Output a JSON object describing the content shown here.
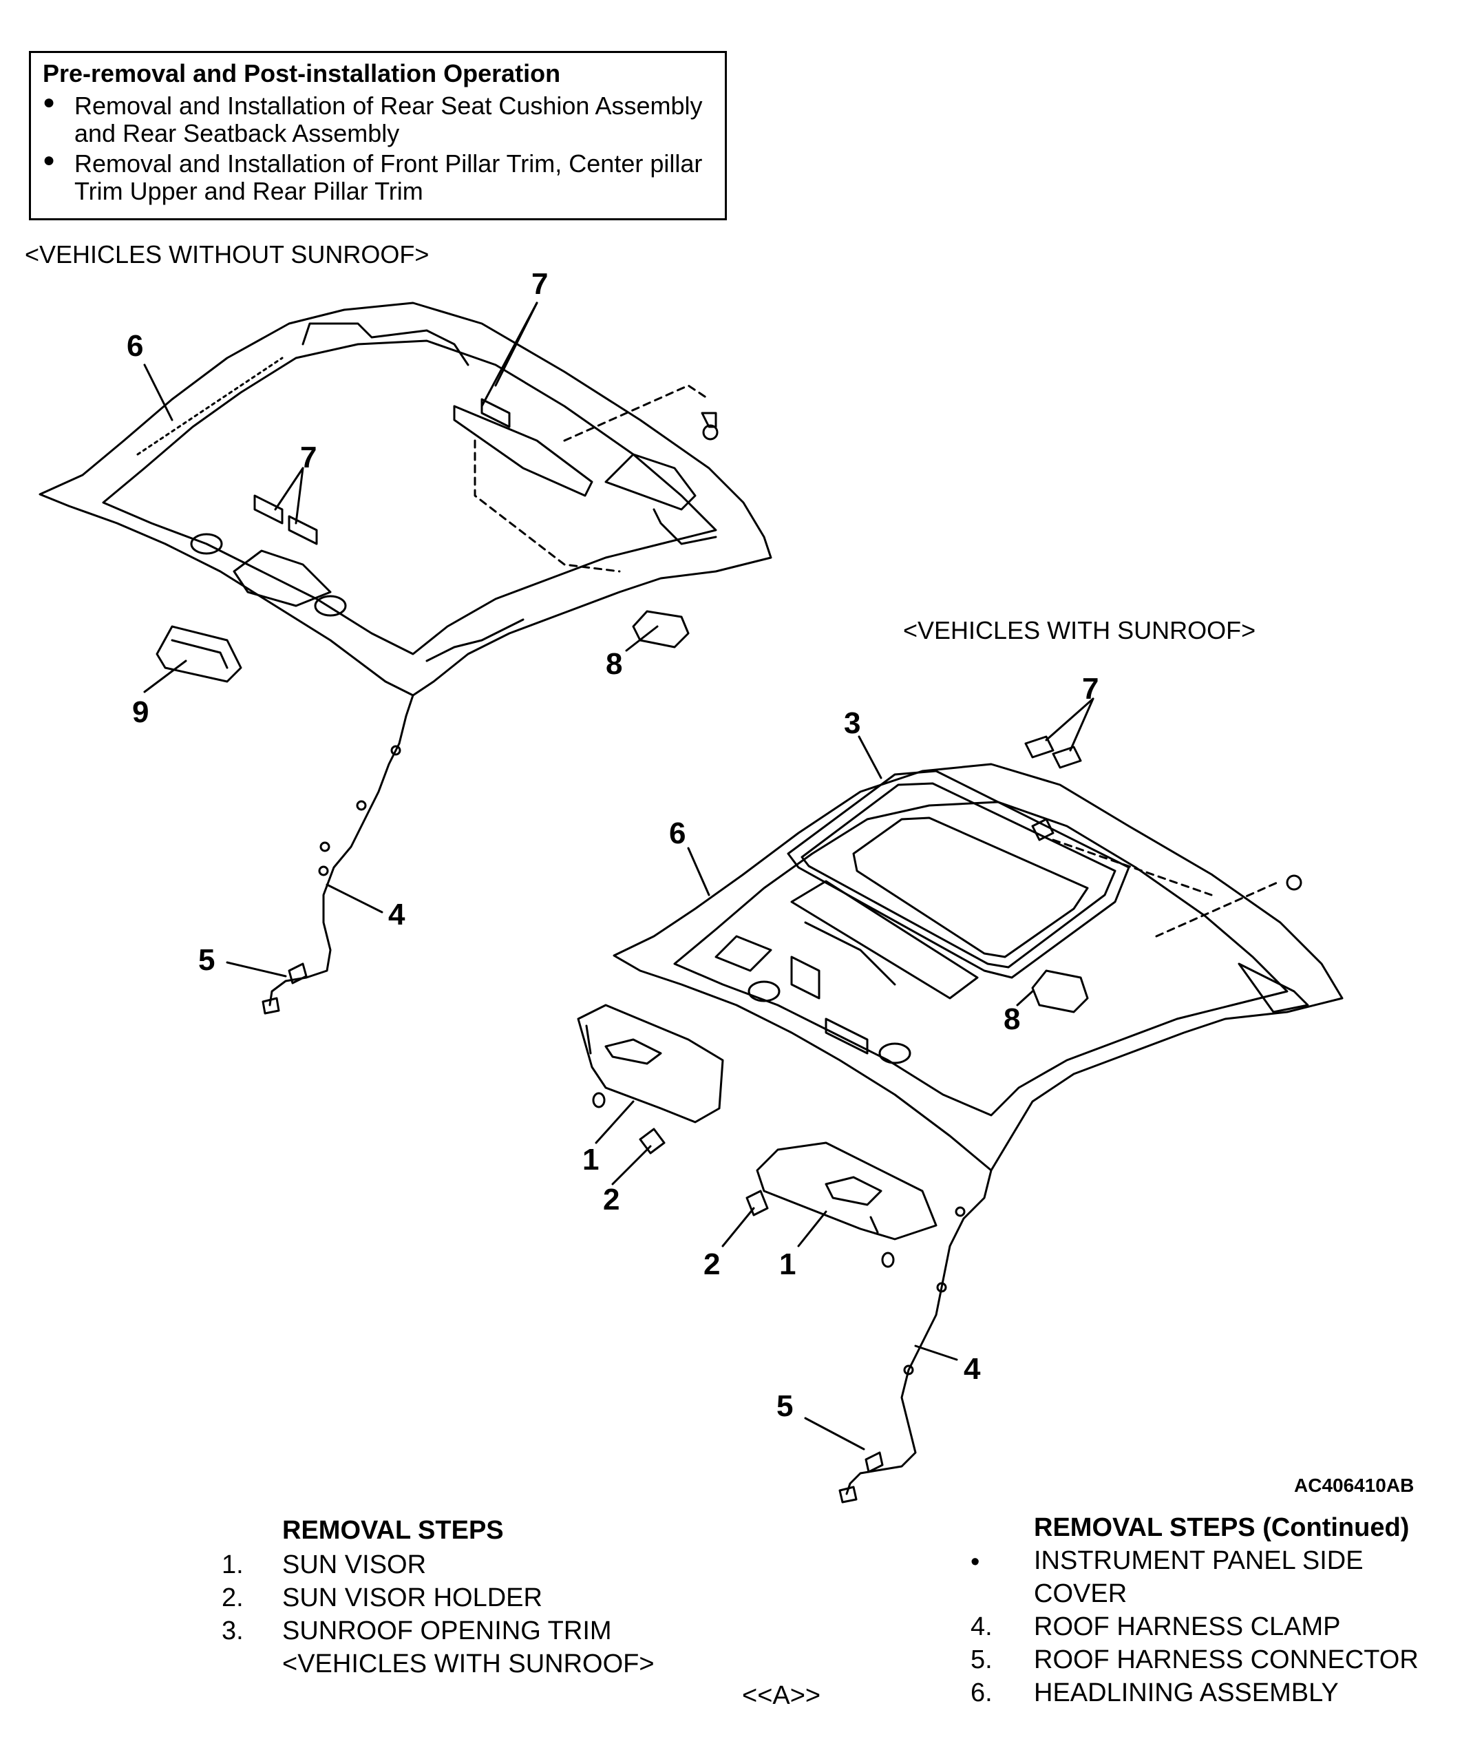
{
  "pre_operation": {
    "title": "Pre-removal and Post-installation Operation",
    "items": [
      {
        "line1": "Removal and Installation of Rear Seat Cushion Assembly",
        "line2": "and Rear Seatback Assembly"
      },
      {
        "line1": "Removal and Installation of Front Pillar Trim, Center pillar",
        "line2": "Trim Upper and Rear Pillar Trim"
      }
    ]
  },
  "views": {
    "without_sunroof": "<VEHICLES WITHOUT SUNROOF>",
    "with_sunroof": "<VEHICLES WITH SUNROOF>"
  },
  "callouts_without_sunroof": {
    "c6": "6",
    "c7_top": "7",
    "c7_mid": "7",
    "c8": "8",
    "c9": "9",
    "c4": "4",
    "c5": "5"
  },
  "callouts_with_sunroof": {
    "c7": "7",
    "c3": "3",
    "c6": "6",
    "c8": "8",
    "c1_left": "1",
    "c2_left": "2",
    "c2_right": "2",
    "c1_right": "1",
    "c4": "4",
    "c5": "5"
  },
  "figure_id": "AC406410AB",
  "removal_steps": {
    "title": "REMOVAL STEPS",
    "steps": [
      {
        "num": "1.",
        "text": "SUN VISOR"
      },
      {
        "num": "2.",
        "text": "SUN VISOR HOLDER"
      },
      {
        "num": "3.",
        "text": "SUNROOF OPENING TRIM",
        "note": "<VEHICLES WITH SUNROOF>"
      }
    ]
  },
  "removal_steps_cont": {
    "title": "REMOVAL STEPS (Continued)",
    "steps": [
      {
        "num": "•",
        "text": "INSTRUMENT PANEL SIDE",
        "text2": "COVER"
      },
      {
        "num": "4.",
        "text": "ROOF HARNESS CLAMP"
      },
      {
        "num": "5.",
        "text": "ROOF HARNESS CONNECTOR"
      },
      {
        "num": "6.",
        "text": "HEADLINING ASSEMBLY"
      }
    ]
  },
  "reference_mark": "<<A>>"
}
